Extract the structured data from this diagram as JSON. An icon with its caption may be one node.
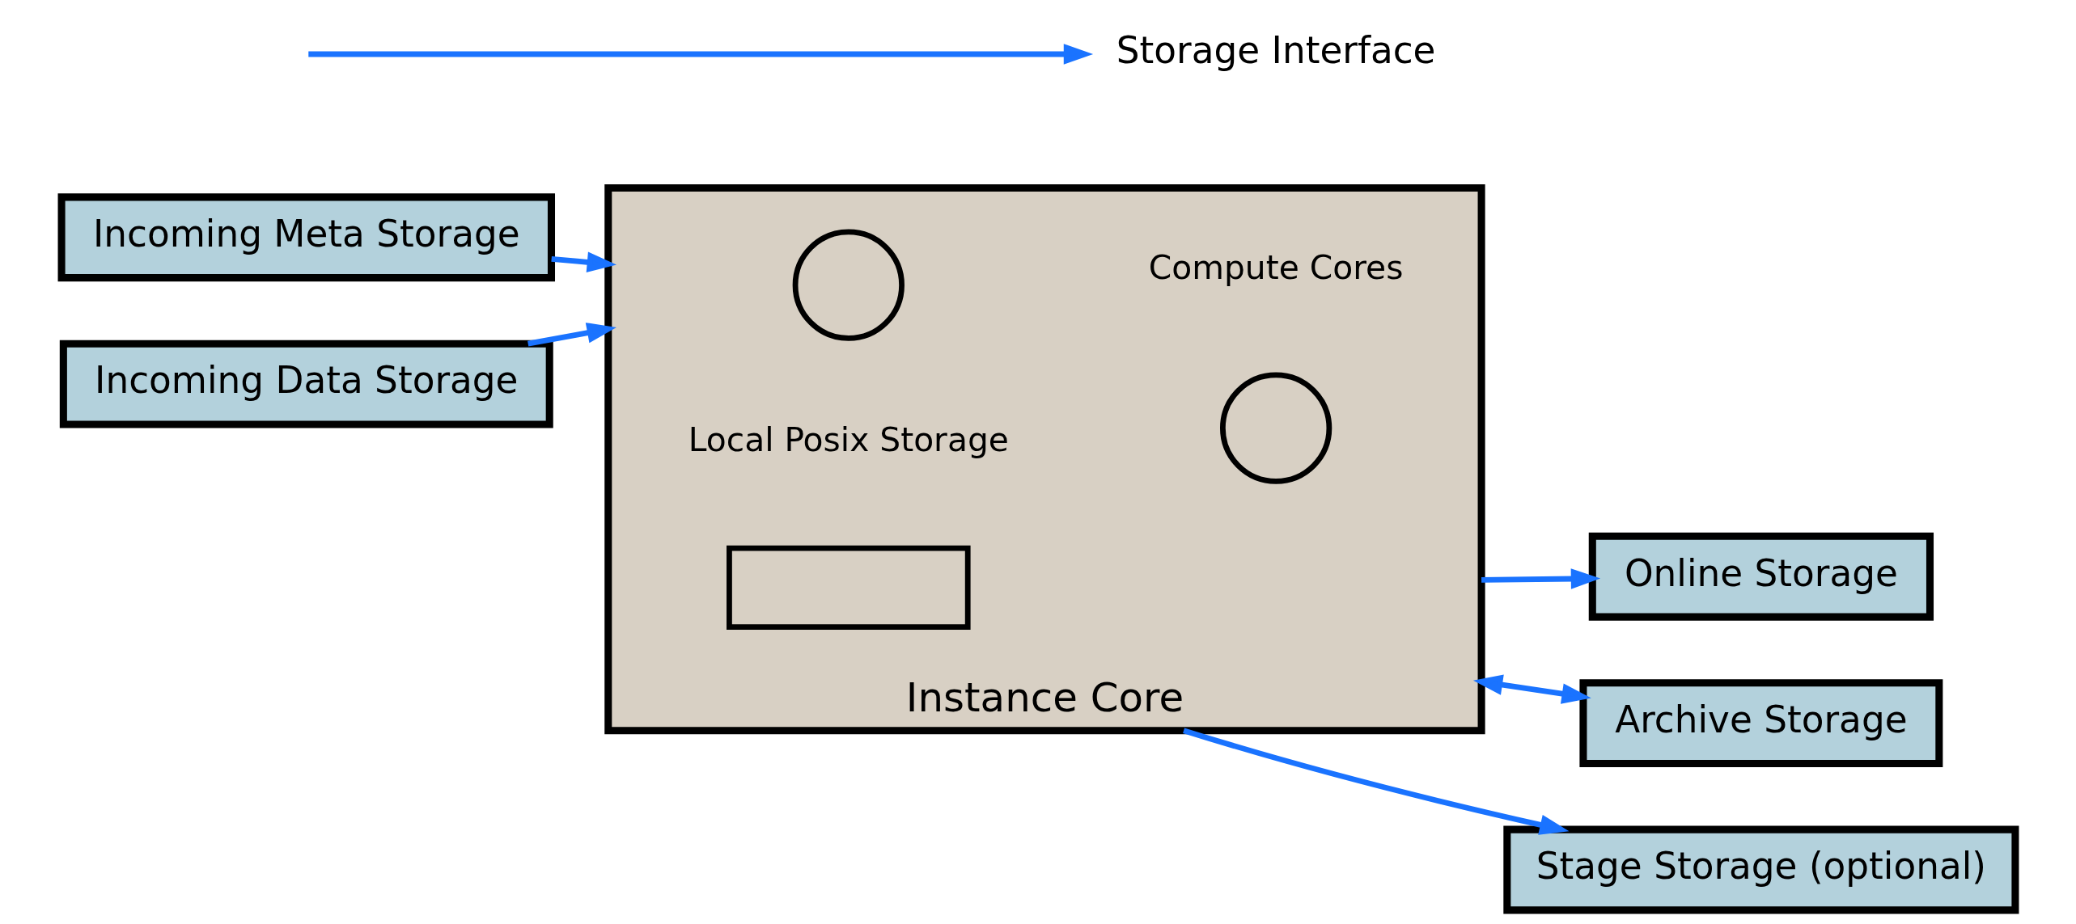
{
  "diagram": {
    "nodes": [
      {
        "text": [
          "Incoming Meta Storage"
        ]
      },
      {
        "text": [
          "Incoming Data Storage"
        ]
      },
      {
        "text": [
          "Instance Core"
        ]
      },
      {
        "text": [],
        "shape": "circle",
        "in": 2
      },
      {
        "text": [],
        "shape": "circle",
        "in": 2,
        "beside": [
          "Compute Cores"
        ]
      },
      {
        "text": [],
        "shape": "box",
        "in": 2,
        "beside": [
          "Local Posix Storage"
        ]
      },
      {
        "text": [
          "Online Storage"
        ]
      },
      {
        "text": [
          "Archive Storage"
        ]
      },
      {
        "text": [
          "Stage Storage (optional)"
        ]
      }
    ],
    "edges": [
      {
        "from": 0,
        "to": 2,
        "arrow": "to"
      },
      {
        "from": 1,
        "to": 2,
        "arrow": "to"
      },
      {
        "from": 2,
        "to": 6,
        "arrow": "to"
      },
      {
        "from": 2,
        "to": 7,
        "arrow": "both"
      },
      {
        "from": 2,
        "to": 8,
        "arrow": "to"
      }
    ],
    "legend": [
      {
        "text": "Storage Interface"
      }
    ]
  }
}
